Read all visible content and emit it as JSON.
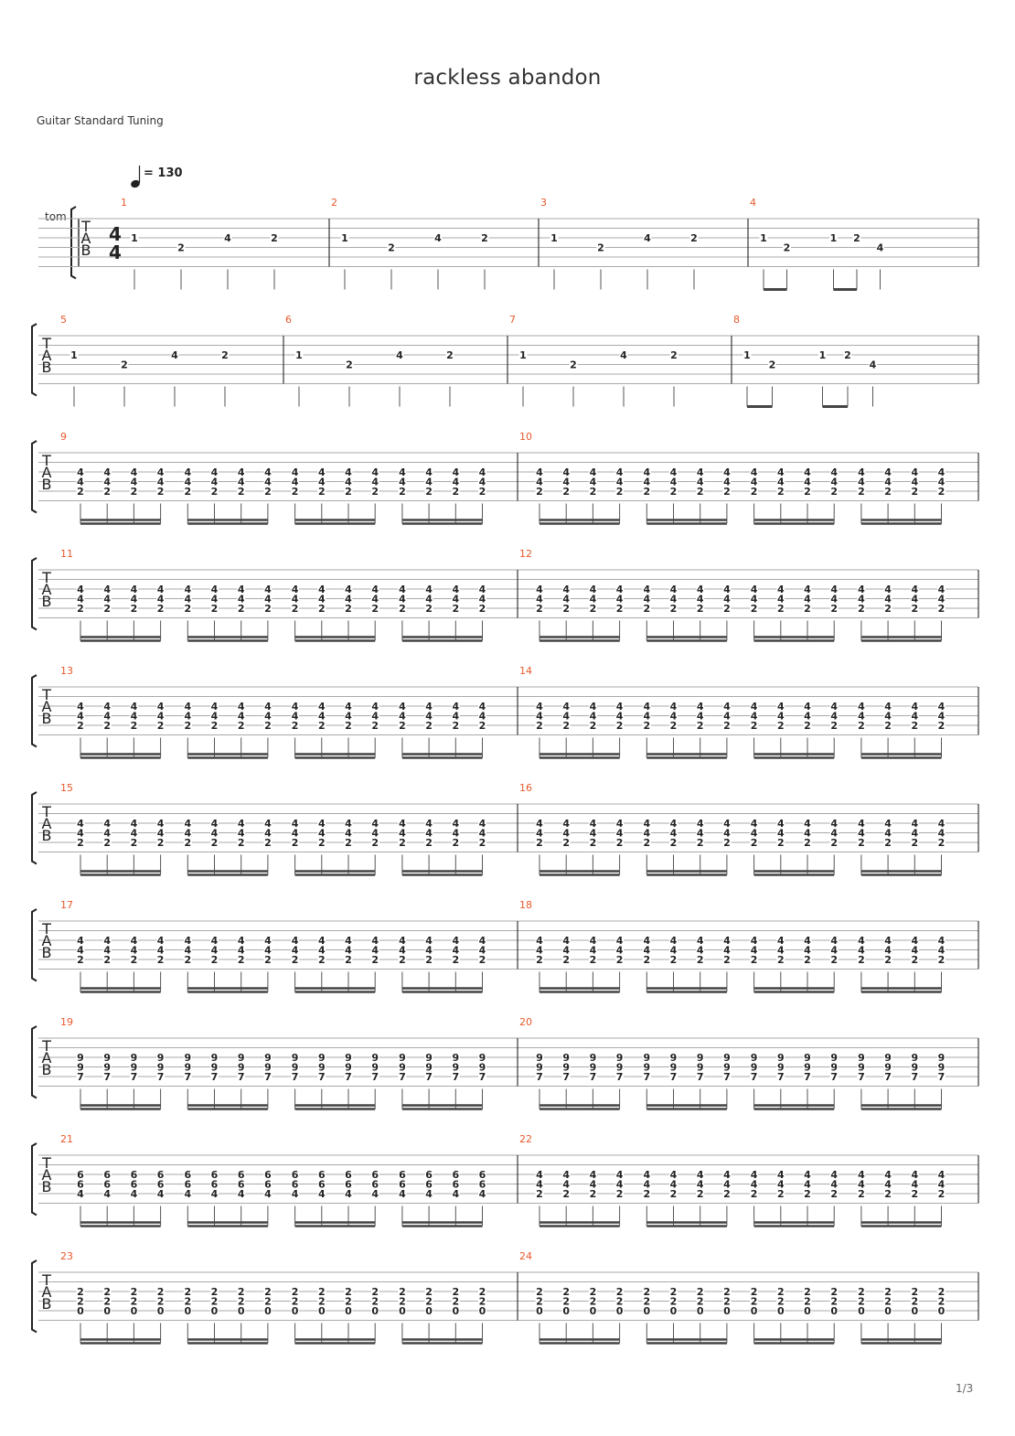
{
  "title": "rackless abandon",
  "subtitle": "Guitar Standard Tuning",
  "tempo": {
    "value": "= 130",
    "icon": "quarter-note-icon"
  },
  "track_label": "tom",
  "time_signature": {
    "numerator": "4",
    "denominator": "4"
  },
  "tab_clef": [
    "T",
    "A",
    "B"
  ],
  "page_number": "1/3",
  "colors": {
    "measure_number": "#e8592b",
    "notation": "#222222",
    "staff_line": "#aaaaaa"
  },
  "phrases": {
    "riff": [
      {
        "beat": 0,
        "string": 3,
        "fret": "1"
      },
      {
        "beat": 1,
        "string": 4,
        "fret": "2"
      },
      {
        "beat": 2,
        "string": 3,
        "fret": "4"
      },
      {
        "beat": 3,
        "string": 3,
        "fret": "2"
      }
    ],
    "riff_end": [
      {
        "beat": 0,
        "string": 3,
        "fret": "1"
      },
      {
        "beat": 0.5,
        "string": 4,
        "fret": "2"
      },
      {
        "beat": 1.5,
        "string": 3,
        "fret": "1"
      },
      {
        "beat": 2,
        "string": 3,
        "fret": "2"
      },
      {
        "beat": 2.5,
        "string": 4,
        "fret": "4"
      }
    ]
  },
  "systems": [
    {
      "measures": [
        {
          "number": "1",
          "content": "riff"
        },
        {
          "number": "2",
          "content": "riff"
        },
        {
          "number": "3",
          "content": "riff"
        },
        {
          "number": "4",
          "content": "riff_end"
        }
      ]
    },
    {
      "measures": [
        {
          "number": "5",
          "content": "riff"
        },
        {
          "number": "6",
          "content": "riff"
        },
        {
          "number": "7",
          "content": "riff"
        },
        {
          "number": "8",
          "content": "riff_end"
        }
      ]
    },
    {
      "measures": [
        {
          "number": "9",
          "chord": [
            "4",
            "4",
            "2"
          ]
        },
        {
          "number": "10",
          "chord": [
            "4",
            "4",
            "2"
          ]
        }
      ]
    },
    {
      "measures": [
        {
          "number": "11",
          "chord": [
            "4",
            "4",
            "2"
          ]
        },
        {
          "number": "12",
          "chord": [
            "4",
            "4",
            "2"
          ]
        }
      ]
    },
    {
      "measures": [
        {
          "number": "13",
          "chord": [
            "4",
            "4",
            "2"
          ]
        },
        {
          "number": "14",
          "chord": [
            "4",
            "4",
            "2"
          ]
        }
      ]
    },
    {
      "measures": [
        {
          "number": "15",
          "chord": [
            "4",
            "4",
            "2"
          ]
        },
        {
          "number": "16",
          "chord": [
            "4",
            "4",
            "2"
          ]
        }
      ]
    },
    {
      "measures": [
        {
          "number": "17",
          "chord": [
            "4",
            "4",
            "2"
          ]
        },
        {
          "number": "18",
          "chord": [
            "4",
            "4",
            "2"
          ]
        }
      ]
    },
    {
      "measures": [
        {
          "number": "19",
          "chord": [
            "9",
            "9",
            "7"
          ]
        },
        {
          "number": "20",
          "chord": [
            "9",
            "9",
            "7"
          ]
        }
      ]
    },
    {
      "measures": [
        {
          "number": "21",
          "chord": [
            "6",
            "6",
            "4"
          ]
        },
        {
          "number": "22",
          "chord": [
            "4",
            "4",
            "2"
          ]
        }
      ]
    },
    {
      "measures": [
        {
          "number": "23",
          "chord": [
            "2",
            "2",
            "0"
          ]
        },
        {
          "number": "24",
          "chord": [
            "2",
            "2",
            "0"
          ]
        }
      ]
    }
  ]
}
